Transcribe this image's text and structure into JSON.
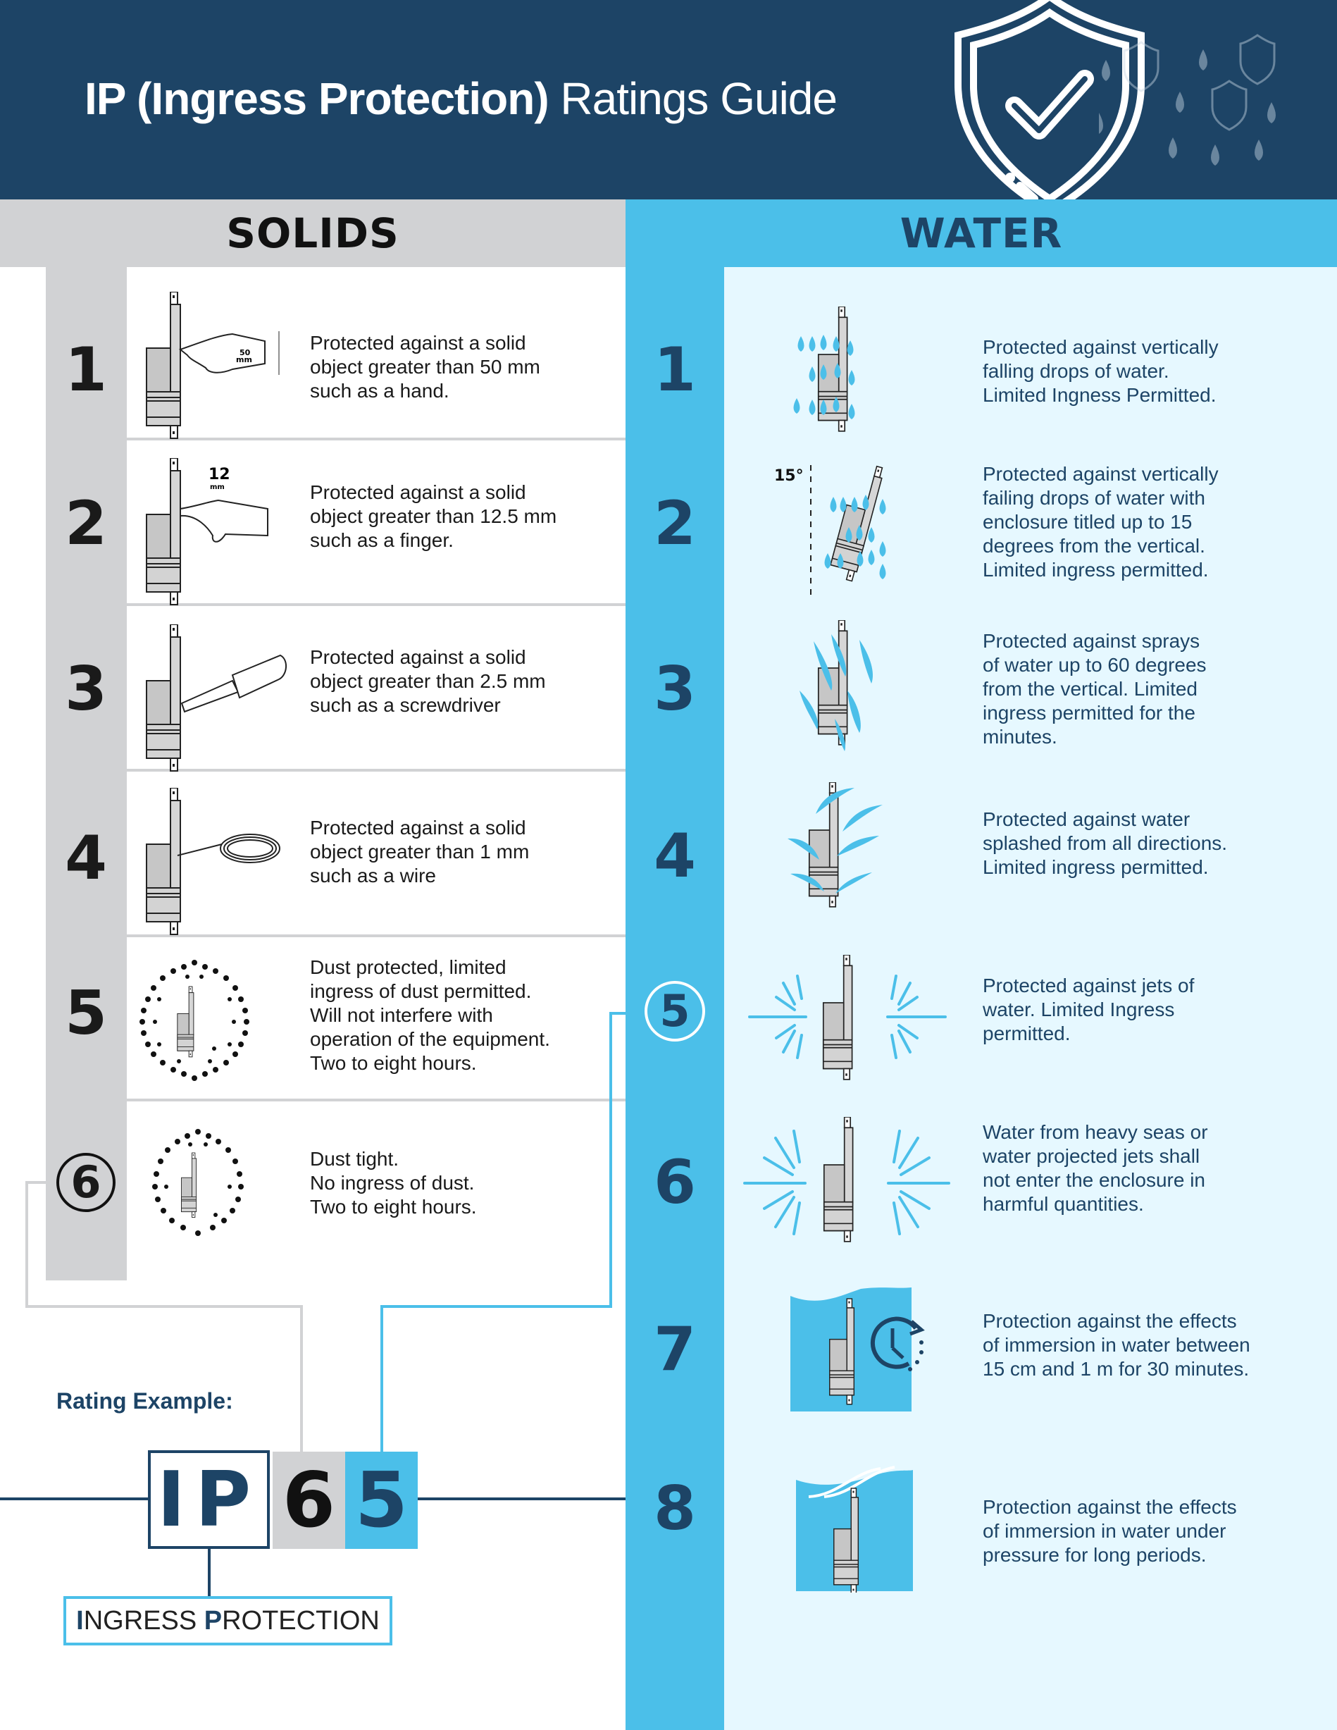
{
  "header": {
    "title_bold": "IP (Ingress Protection)",
    "title_light": "Ratings Guide",
    "background": "#1d4466",
    "icons": [
      "shield-check-icon",
      "water-drop-icon",
      "small-shield-check-icon"
    ]
  },
  "colors": {
    "navy": "#1d4466",
    "sky_blue": "#4bbfe9",
    "light_gray": "#d1d2d4",
    "pale_blue": "#e6f8ff"
  },
  "solids": {
    "heading": "SOLIDS",
    "rows": [
      {
        "number": "1",
        "icon": "actuator-hand-icon",
        "icon_label": "50 mm",
        "description": "Protected against a solid\nobject greater than 50 mm\nsuch as a hand."
      },
      {
        "number": "2",
        "icon": "actuator-finger-icon",
        "icon_label": "12 mm",
        "description": "Protected against a solid\nobject greater than 12.5 mm\nsuch as a finger."
      },
      {
        "number": "3",
        "icon": "actuator-screwdriver-icon",
        "icon_label": "",
        "description": "Protected against a solid\nobject greater than 2.5 mm\nsuch as a screwdriver"
      },
      {
        "number": "4",
        "icon": "actuator-wire-icon",
        "icon_label": "",
        "description": "Protected against a solid\nobject greater than 1 mm\nsuch as a wire"
      },
      {
        "number": "5",
        "icon": "actuator-dust-icon",
        "icon_label": "",
        "description": "Dust protected, limited\ningress of dust permitted.\nWill not interfere with\noperation of the equipment.\nTwo to eight hours."
      },
      {
        "number": "6",
        "icon": "actuator-dust-tight-icon",
        "icon_label": "",
        "highlighted": true,
        "description": "Dust tight.\nNo ingress of dust.\nTwo to eight hours."
      }
    ]
  },
  "water": {
    "heading": "WATER",
    "rows": [
      {
        "number": "1",
        "icon": "actuator-vertical-drops-icon",
        "icon_label": "",
        "description": "Protected against vertically\nfalling drops of water.\nLimited Ingness Permitted."
      },
      {
        "number": "2",
        "icon": "actuator-tilted-drops-icon",
        "icon_label": "15°",
        "description": "Protected against vertically\nfailing drops of water with\nenclosure titled up to 15\ndegrees from the vertical.\nLimited ingress permitted."
      },
      {
        "number": "3",
        "icon": "actuator-spray-icon",
        "icon_label": "",
        "description": "Protected against sprays\nof water up to 60 degrees\nfrom the vertical. Limited\ningress permitted for the\nminutes."
      },
      {
        "number": "4",
        "icon": "actuator-splash-icon",
        "icon_label": "",
        "description": "Protected against water\nsplashed from all directions.\nLimited ingress permitted."
      },
      {
        "number": "5",
        "icon": "actuator-jets-icon",
        "icon_label": "",
        "highlighted": true,
        "description": "Protected against jets of\nwater. Limited Ingress\npermitted."
      },
      {
        "number": "6",
        "icon": "actuator-powerful-jets-icon",
        "icon_label": "",
        "description": "Water from heavy seas or\nwater projected jets shall\nnot enter the enclosure in\nharmful quantities."
      },
      {
        "number": "7",
        "icon": "actuator-immersion-timer-icon",
        "icon_label": "",
        "description": "Protection against the effects\nof immersion in water between\n15 cm and 1 m for 30 minutes."
      },
      {
        "number": "8",
        "icon": "actuator-submersion-icon",
        "icon_label": "",
        "description": "Protection against the effects\nof immersion in water under\npressure for long periods."
      }
    ]
  },
  "example": {
    "label": "Rating Example:",
    "prefix": "IP",
    "solid_digit": "6",
    "water_digit": "5",
    "legend_i": "I",
    "legend_ngress": "NGRESS ",
    "legend_p": "P",
    "legend_rotection": "ROTECTION"
  }
}
